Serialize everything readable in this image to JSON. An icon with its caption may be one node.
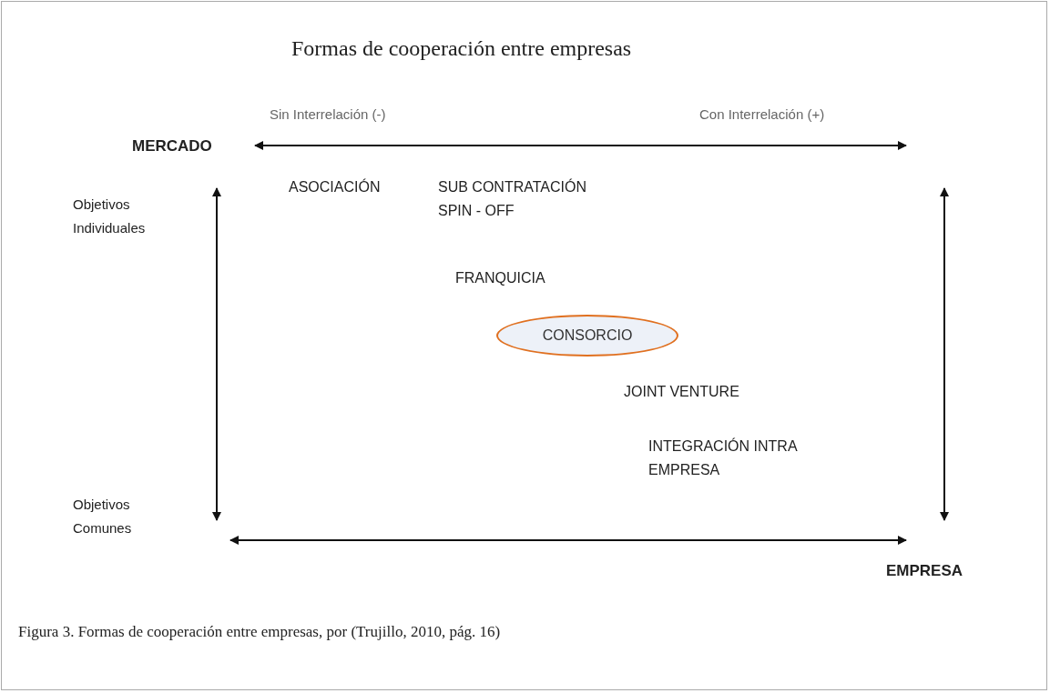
{
  "diagram": {
    "title": "Formas de cooperación entre empresas",
    "caption": "Figura 3. Formas de cooperación entre empresas, por (Trujillo, 2010, pág. 16)",
    "nodes": [
      {
        "text": [
          "CONSORCIO"
        ]
      }
    ],
    "labels": [
      "Sin Interrelación (-)",
      "Con Interrelación (+)",
      "MERCADO",
      "Objetivos Individuales",
      "ASOCIACIÓN",
      "SUB CONTRATACIÓN SPIN - OFF",
      "FRANQUICIA",
      "JOINT VENTURE",
      "INTEGRACIÓN INTRA EMPRESA",
      "Objetivos Comunes",
      "EMPRESA"
    ]
  }
}
